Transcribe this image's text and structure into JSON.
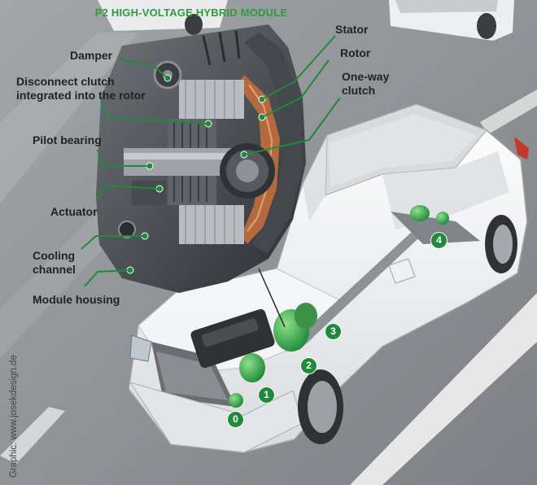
{
  "title": "P2 HIGH-VOLTAGE HYBRID MODULE",
  "labels": {
    "damper": "Damper",
    "disconnect_clutch": "Disconnect clutch\nintegrated into the rotor",
    "pilot_bearing": "Pilot bearing",
    "actuator": "Actuator",
    "cooling_channel": "Cooling\nchannel",
    "module_housing": "Module housing",
    "stator": "Stator",
    "rotor": "Rotor",
    "one_way_clutch": "One-way\nclutch"
  },
  "badges": [
    "0",
    "1",
    "2",
    "3",
    "4"
  ],
  "credit": "Graphic: www.josekdesign.de",
  "colors": {
    "accent_green": "#2e9a3e",
    "badge_green": "#1f8a3b",
    "road": "#8f9296",
    "car_body": "#f4f5f6"
  }
}
